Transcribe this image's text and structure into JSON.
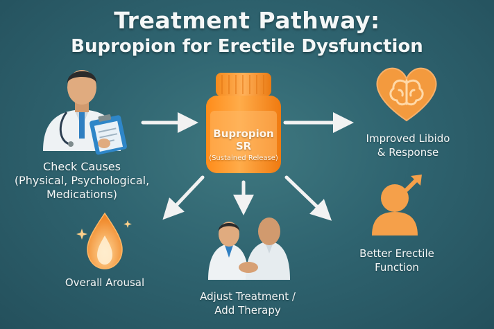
{
  "title": {
    "line1": "Treatment Pathway:",
    "line2": "Bupropion for Erectile Dysfunction"
  },
  "center": {
    "line1": "Bupropion SR",
    "line2": "(Sustained Release)"
  },
  "nodes": {
    "check_causes": {
      "line1": "Check Causes",
      "line2": "(Physical, Psychological,",
      "line3": "Medications)"
    },
    "libido": {
      "line1": "Improved Libido",
      "line2": "& Response"
    },
    "erectile": {
      "line1": "Better Erectile",
      "line2": "Function"
    },
    "arousal": {
      "line1": "Overall Arousal"
    },
    "adjust": {
      "line1": "Adjust Treatment /",
      "line2": "Add Therapy"
    }
  },
  "colors": {
    "background": "#2f6470",
    "accent_orange": "#f5a04a",
    "pill_bottle": "#ff9a2e",
    "arrow": "#f2f2f2"
  },
  "icons": [
    "doctor-clipboard-icon",
    "pill-bottle-icon",
    "heart-brain-icon",
    "male-person-icon",
    "flame-icon",
    "doctors-handshake-icon"
  ]
}
